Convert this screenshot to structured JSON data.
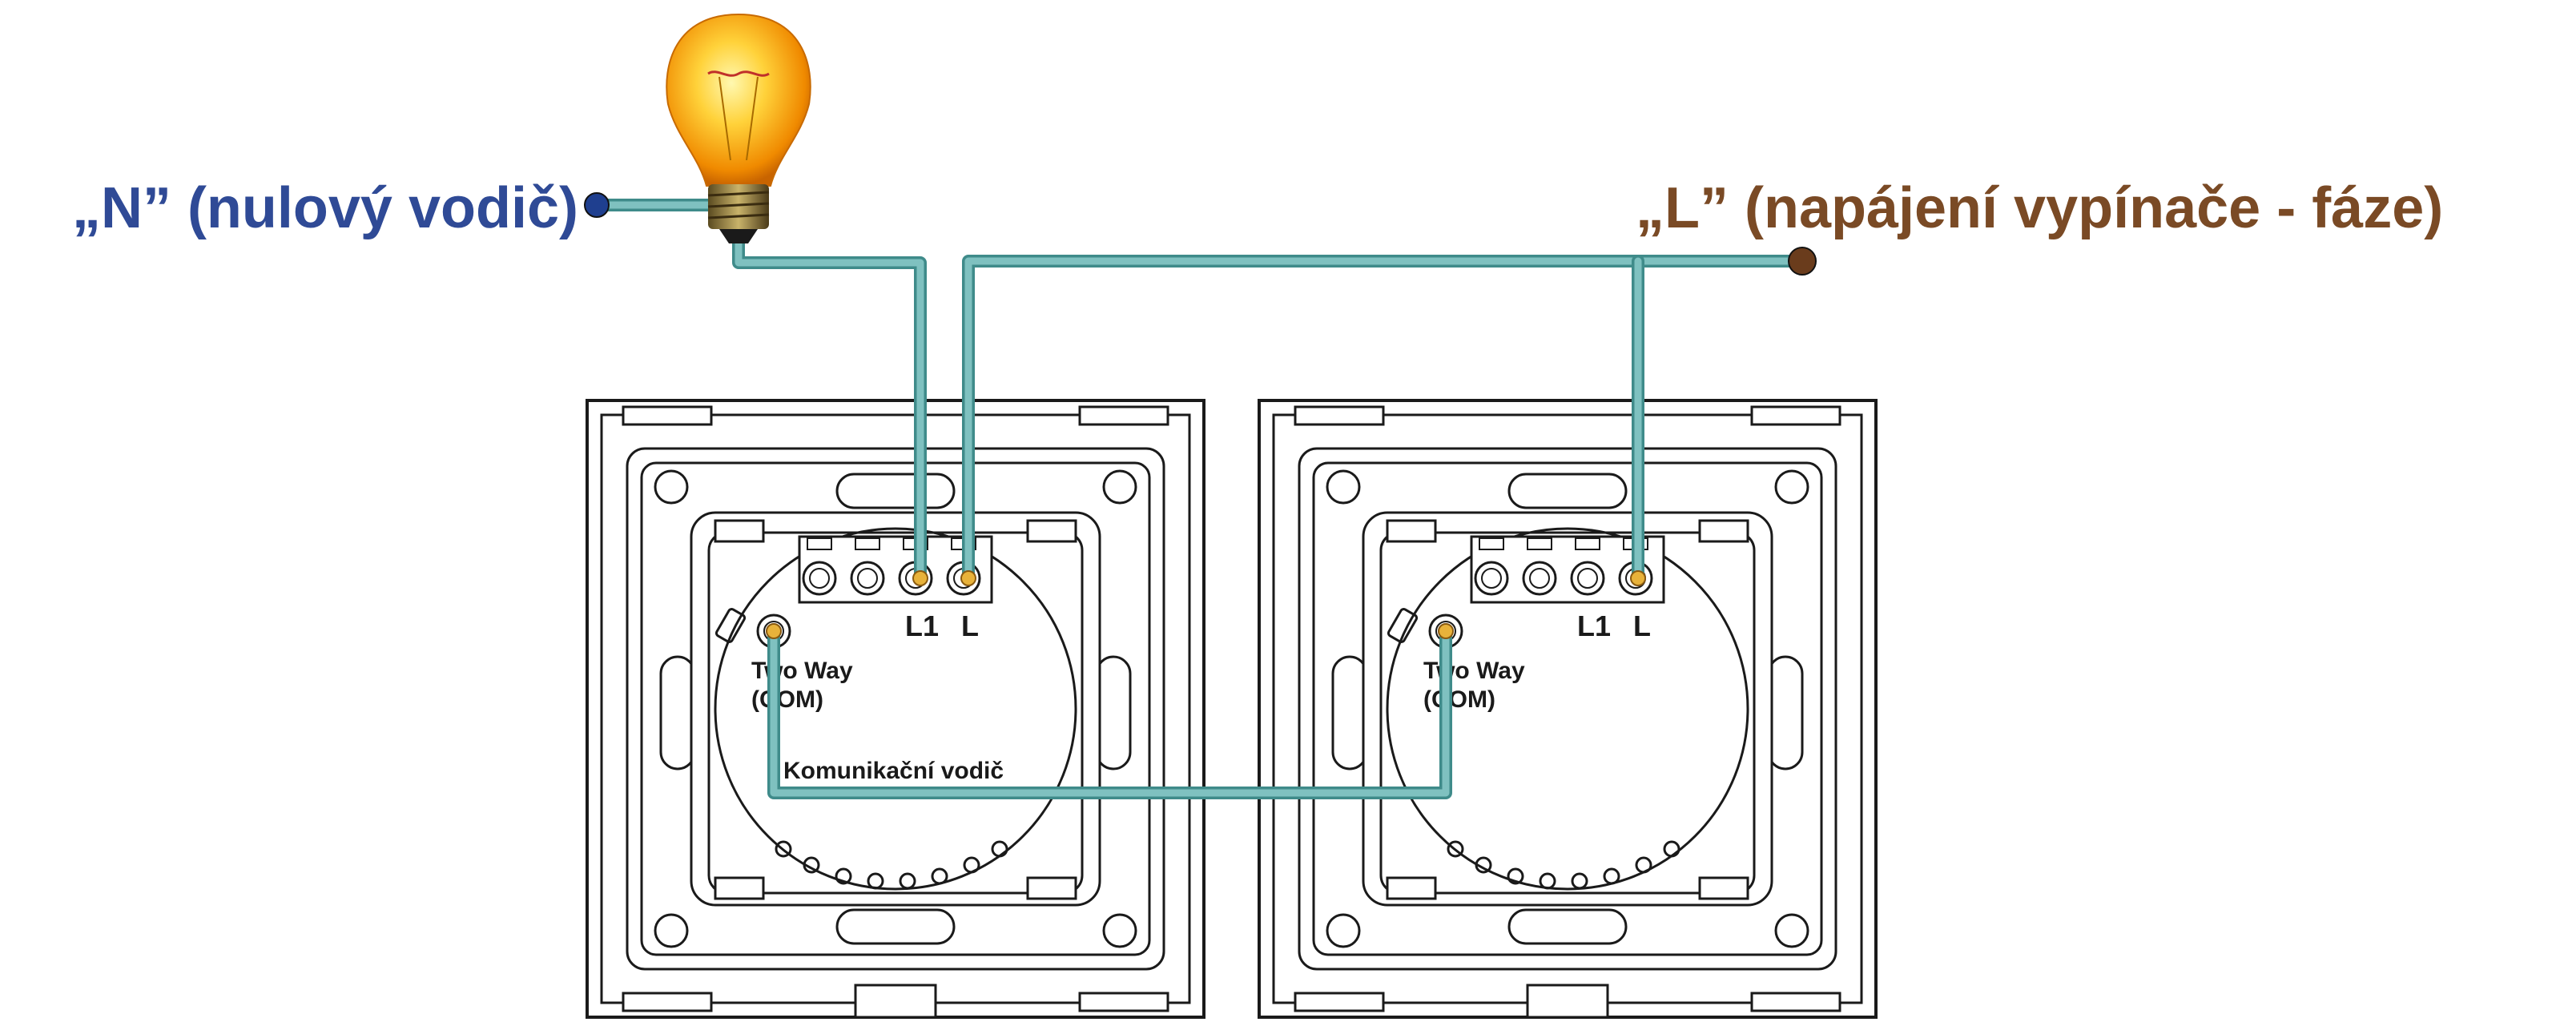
{
  "labels": {
    "neutral": "„N” (nulový vodič)",
    "phase": "„L” (napájení vypínače - fáze)",
    "communication": "Komunikační vodič"
  },
  "switches": [
    {
      "terminal_l1": "L1",
      "terminal_l": "L",
      "com_line1": "Two Way",
      "com_line2": "(COM)"
    },
    {
      "terminal_l1": "L1",
      "terminal_l": "L",
      "com_line1": "Two Way",
      "com_line2": "(COM)"
    }
  ],
  "colors": {
    "neutral_label": "#2f4a96",
    "phase_label": "#7a4a25",
    "neutral_dot": "#1f3f8f",
    "phase_dot": "#6a3c1c",
    "wire": "#7fc1c0",
    "wire_dark": "#3f8b8a",
    "outline": "#1a1a1a",
    "terminal_fill": "#e8b23a"
  },
  "icons": {
    "lamp": "light-bulb-icon"
  }
}
